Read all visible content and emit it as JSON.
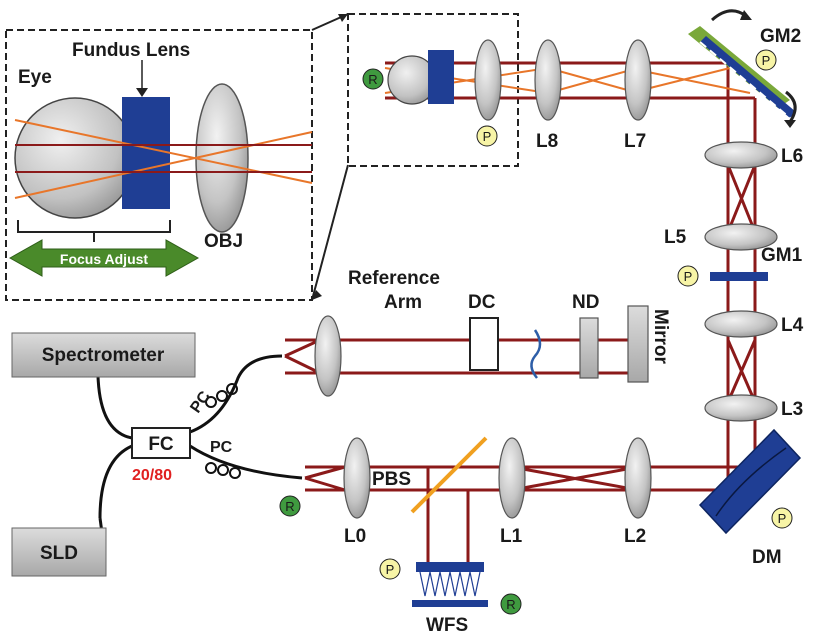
{
  "inset": {
    "eye": "Eye",
    "fundus_lens": "Fundus Lens",
    "objective": "OBJ",
    "focus_adjust": "Focus Adjust"
  },
  "components": {
    "gm2": "GM2",
    "gm1": "GM1",
    "l8": "L8",
    "l7": "L7",
    "l6": "L6",
    "l5": "L5",
    "l4": "L4",
    "l3": "L3",
    "l2": "L2",
    "l1": "L1",
    "l0": "L0",
    "dm": "DM",
    "pbs": "PBS",
    "wfs": "WFS",
    "reference_arm_line1": "Reference",
    "reference_arm_line2": "Arm",
    "dc": "DC",
    "nd": "ND",
    "mirror": "Mirror",
    "spectrometer": "Spectrometer",
    "fc": "FC",
    "split_ratio": "20/80",
    "pc_top": "PC",
    "pc_bottom": "PC",
    "sld": "SLD"
  },
  "markers": {
    "r": "R",
    "p": "P"
  },
  "colors": {
    "beam": "#8b1a1a",
    "eye_ray": "#e8762a",
    "lens_fill": "#c4c4c4",
    "fundus_lens": "#1f3e94",
    "arrow_green": "#4a8a2a",
    "marker_r": "#3f9a3f",
    "marker_p": "#f7f4a6",
    "ratio_text": "#e02020",
    "pbs": "#f0a020"
  }
}
